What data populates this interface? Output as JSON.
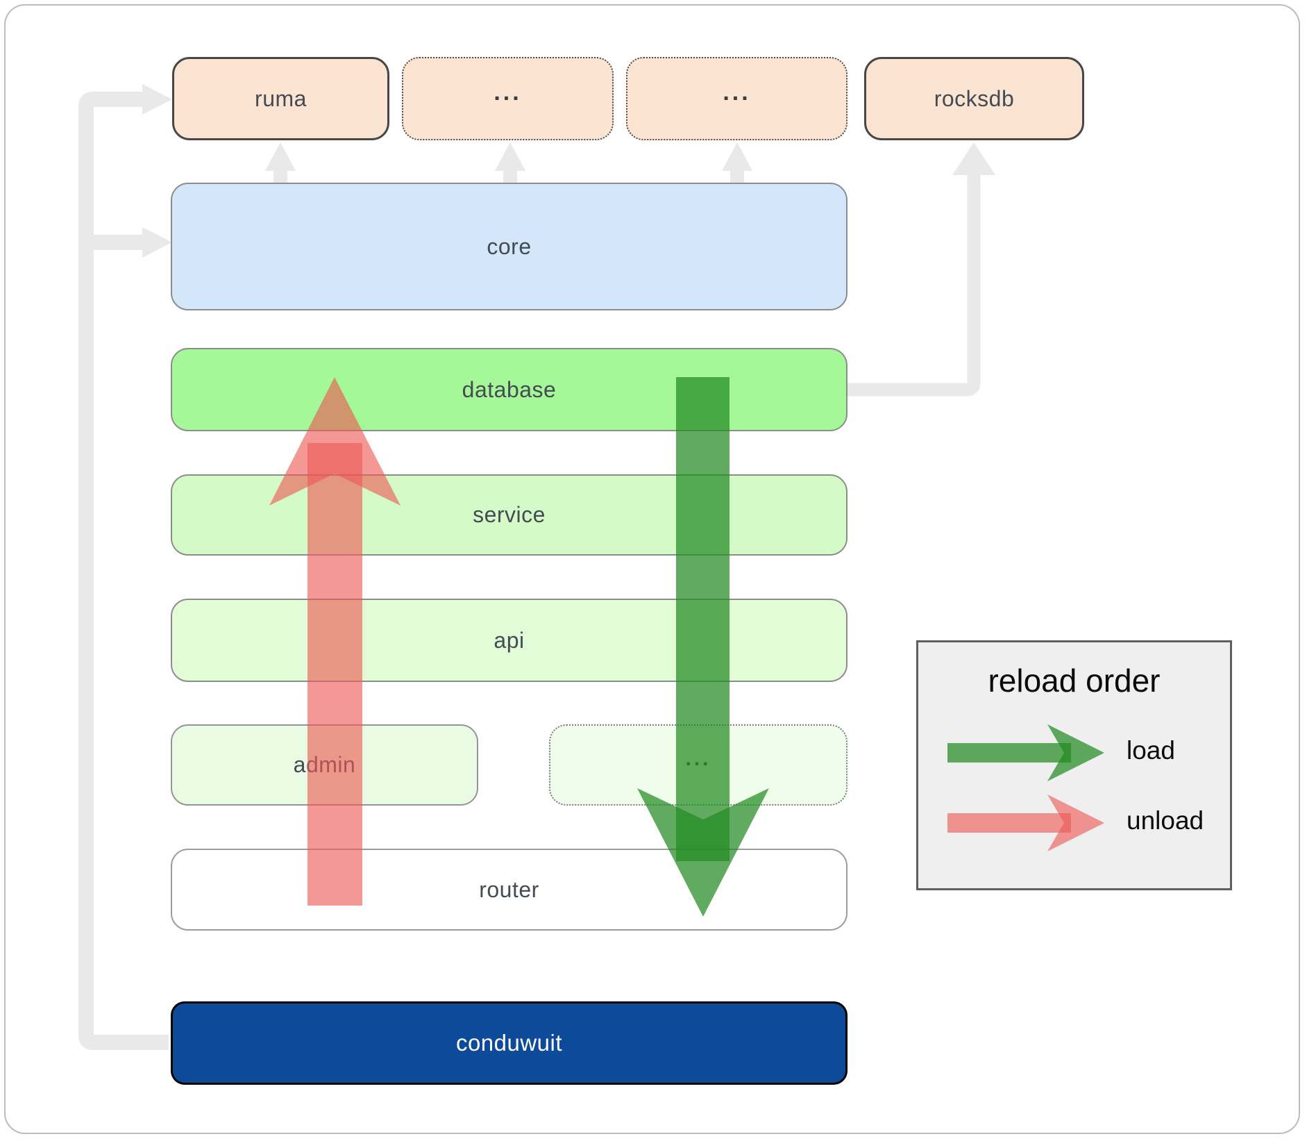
{
  "nodes": {
    "ruma": "ruma",
    "dots_top_1": "...",
    "dots_top_2": "...",
    "rocksdb": "rocksdb",
    "core": "core",
    "database": "database",
    "service": "service",
    "api": "api",
    "admin": "admin",
    "dots_bottom": "...",
    "router": "router",
    "conduwuit": "conduwuit"
  },
  "legend": {
    "title": "reload order",
    "items": [
      {
        "label": "load",
        "color": "#228b22"
      },
      {
        "label": "unload",
        "color": "#ec5854"
      }
    ]
  },
  "colors": {
    "peach_fill": "#fce4d3",
    "core_fill": "#d3e6fa",
    "database_fill": "#a5f898",
    "service_fill": "#d4fbc7",
    "api_fill": "#e2fcd7",
    "admin_fill": "#eafbe3",
    "router_fill": "#ffffff",
    "conduwuit_fill": "#0d4b9a",
    "connector_gray": "#e9e9e9",
    "load_arrow_green": "rgba(34,139,34,0.72)",
    "unload_arrow_red": "rgba(236,88,84,0.62)"
  }
}
